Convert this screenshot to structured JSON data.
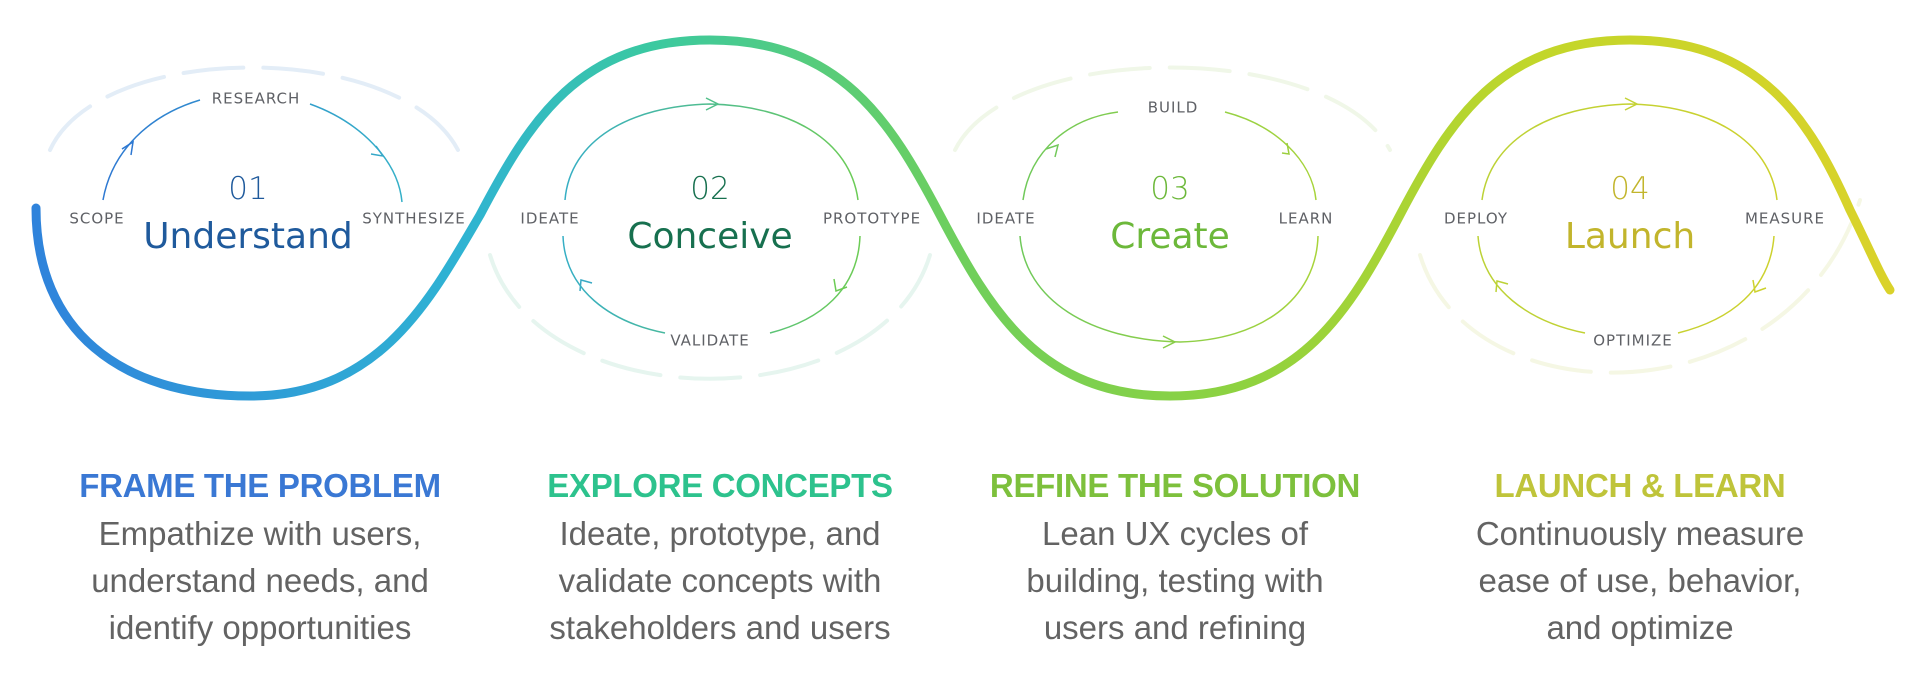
{
  "colors": {
    "blue": "#2f7fdc",
    "teal": "#2ec4a0",
    "green": "#7cc53f",
    "lime": "#c3cc2c",
    "label_gray": "#5f6166",
    "body_gray": "#636363"
  },
  "stages": [
    {
      "number": "01",
      "name": "Understand",
      "labels": {
        "top": "RESEARCH",
        "left": "SCOPE",
        "right": "SYNTHESIZE"
      },
      "heading": "FRAME THE PROBLEM",
      "description_lines": [
        "Empathize with users,",
        "understand needs, and",
        "identify opportunities"
      ],
      "title_color": "#1f5a9c",
      "heading_color": "#3a78d4"
    },
    {
      "number": "02",
      "name": "Conceive",
      "labels": {
        "left": "IDEATE",
        "right": "PROTOTYPE",
        "bottom": "VALIDATE"
      },
      "heading": "EXPLORE CONCEPTS",
      "description_lines": [
        "Ideate, prototype, and",
        "validate concepts with",
        "stakeholders and users"
      ],
      "title_color": "#17704f",
      "heading_color": "#2dc28d"
    },
    {
      "number": "03",
      "name": "Create",
      "labels": {
        "top": "BUILD",
        "left": "IDEATE",
        "right": "LEARN"
      },
      "heading": "REFINE THE SOLUTION",
      "description_lines": [
        "Lean UX cycles of",
        "building, testing with",
        "users and refining"
      ],
      "title_color": "#6cb83a",
      "heading_color": "#7dc03c"
    },
    {
      "number": "04",
      "name": "Launch",
      "labels": {
        "left": "DEPLOY",
        "right": "MEASURE",
        "bottom": "OPTIMIZE"
      },
      "heading": "LAUNCH & LEARN",
      "description_lines": [
        "Continuously measure",
        "ease of use, behavior,",
        "and optimize"
      ],
      "title_color": "#c2b52c",
      "heading_color": "#bfc43a"
    }
  ]
}
